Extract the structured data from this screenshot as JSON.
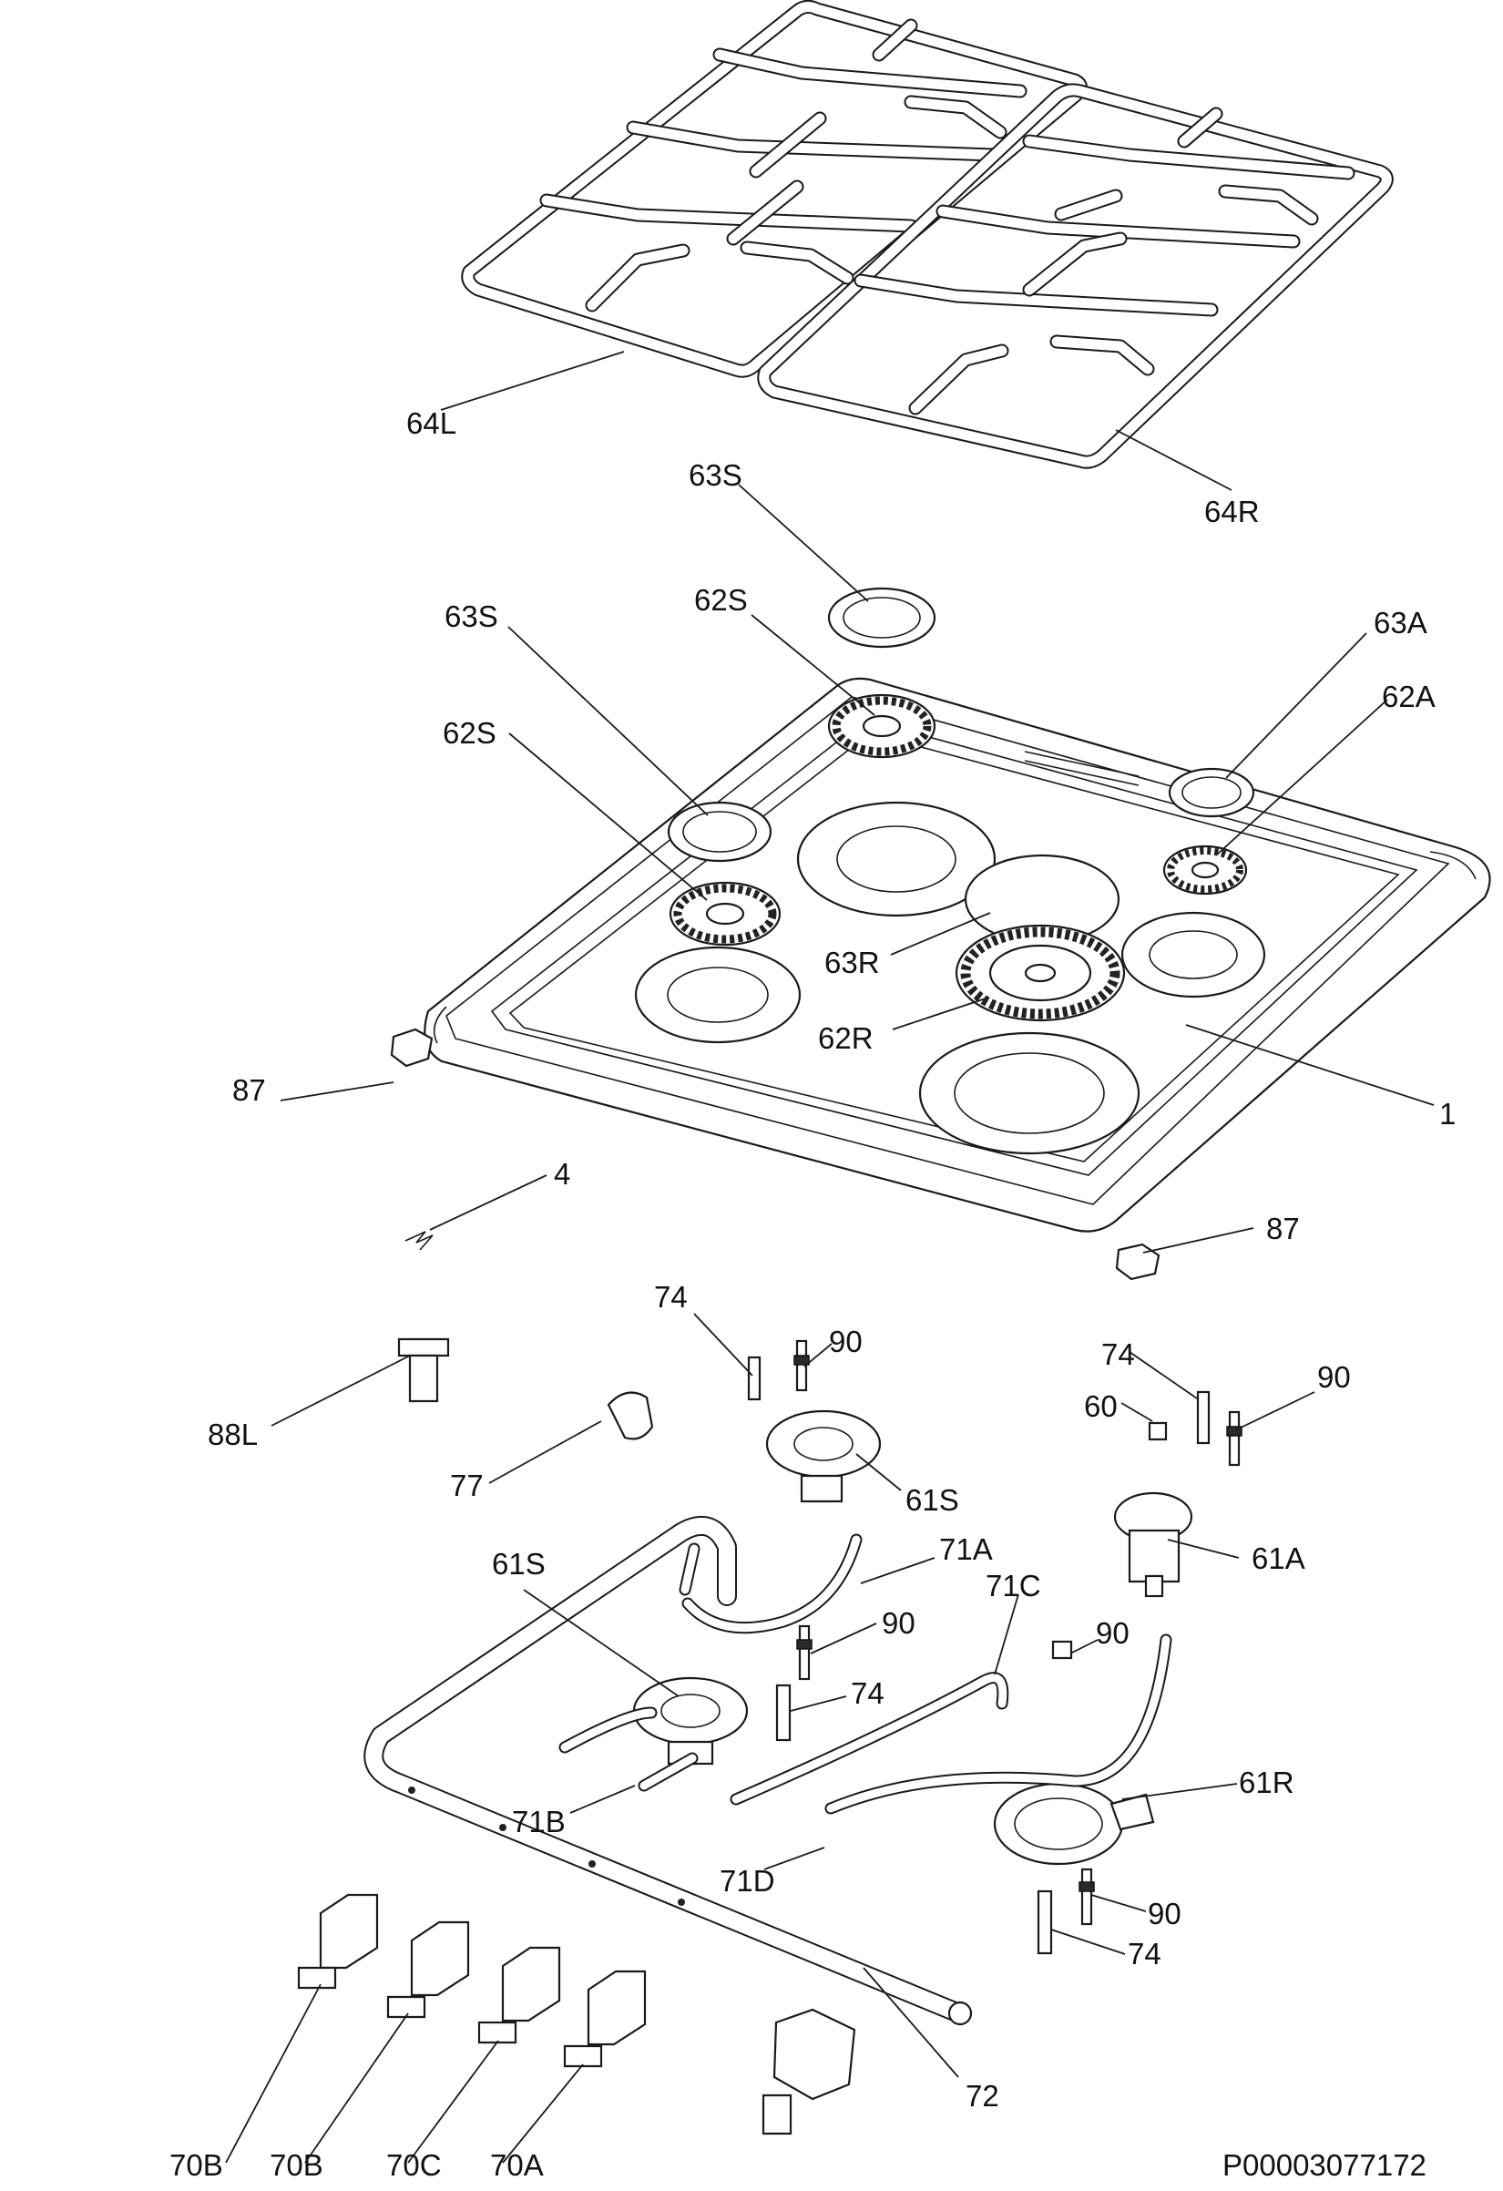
{
  "document_code": "P00003077172",
  "parts": {
    "hob_top": "1",
    "spring_clip": "4",
    "injector_holder": "60",
    "burner_a": "61A",
    "burner_r": "61R",
    "burner_s": "61S",
    "crown_a": "62A",
    "crown_r": "62R",
    "crown_s": "62S",
    "cap_a": "63A",
    "cap_r": "63R",
    "cap_s": "63S",
    "grid_left": "64L",
    "grid_right": "64R",
    "tap_a": "70A",
    "tap_b": "70B",
    "tap_c": "70C",
    "pipe_a": "71A",
    "pipe_b": "71B",
    "pipe_c": "71C",
    "pipe_d": "71D",
    "gas_ramp": "72",
    "thermocouple": "74",
    "elbow": "77",
    "foot": "87",
    "connector": "88L",
    "spark_electrode": "90"
  }
}
